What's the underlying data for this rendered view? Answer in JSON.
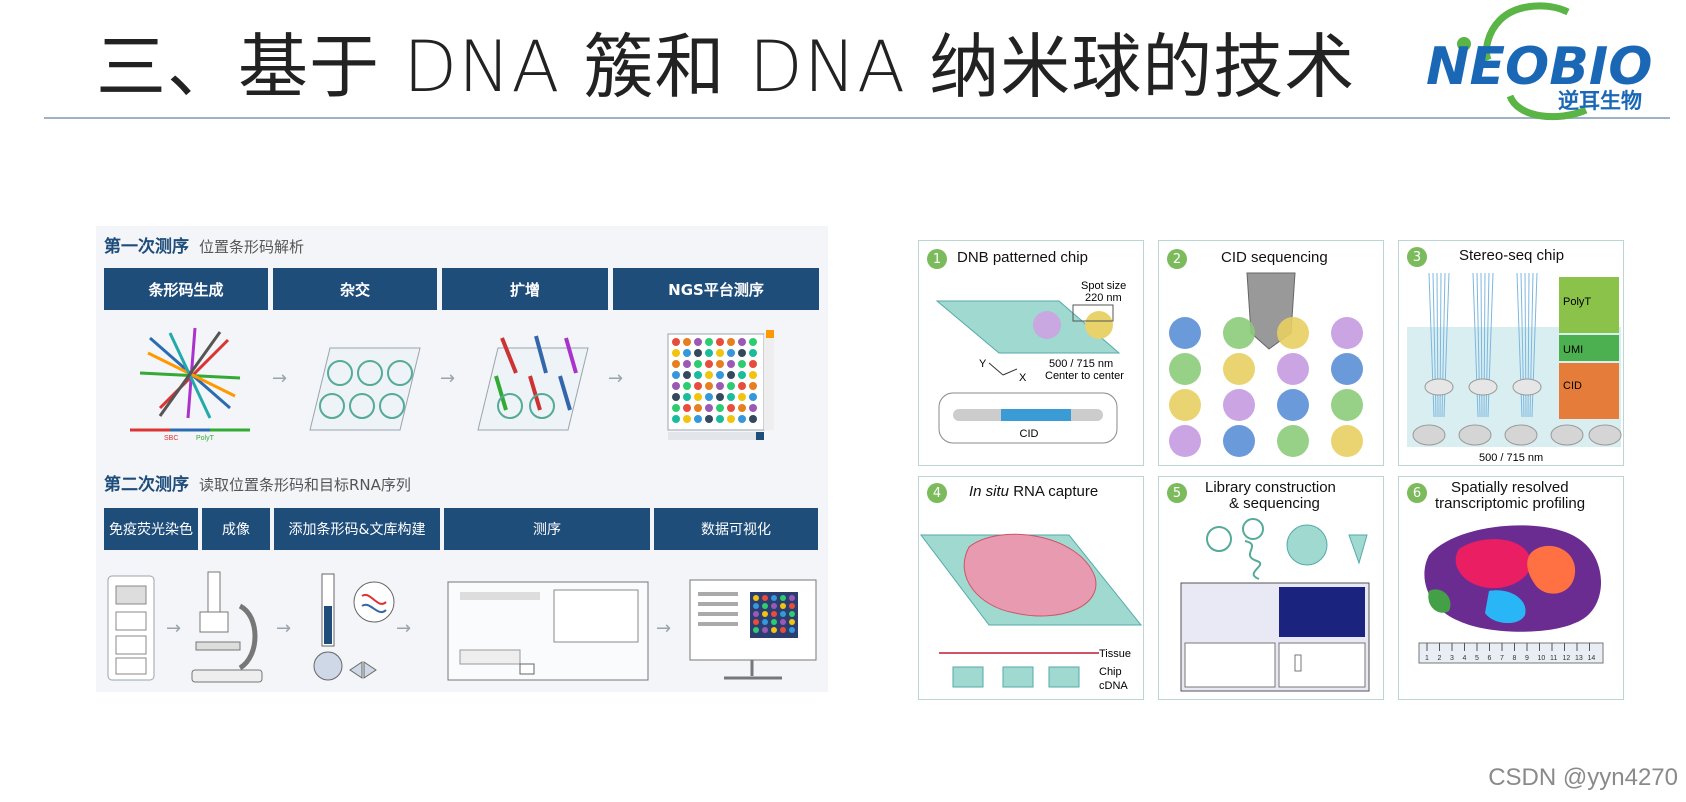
{
  "slide": {
    "title": "三、基于 DNA 簇和 DNA 纳米球的技术",
    "logo_text": "NEOBIO",
    "logo_subtext": "逆耳生物",
    "watermark": "CSDN @yyn4270"
  },
  "left": {
    "section1": {
      "title": "第一次测序",
      "subtitle": "位置条形码解析",
      "steps": [
        "条形码生成",
        "杂交",
        "扩增",
        "NGS平台测序"
      ]
    },
    "section2": {
      "title": "第二次测序",
      "subtitle": "读取位置条形码和目标RNA序列",
      "steps": [
        "免疫荧光染色",
        "成像",
        "添加条形码&文库构建",
        "测序",
        "数据可视化"
      ]
    },
    "barcode_labels": [
      "SBC",
      "PolyT"
    ]
  },
  "right": {
    "cells": [
      {
        "num": "1",
        "label": "DNB patterned chip"
      },
      {
        "num": "2",
        "label": "CID sequencing"
      },
      {
        "num": "3",
        "label": "Stereo-seq chip"
      },
      {
        "num": "4",
        "label_italic": "In situ",
        "label": " RNA capture"
      },
      {
        "num": "5",
        "label": "Library construction",
        "label2": "& sequencing"
      },
      {
        "num": "6",
        "label": "Spatially resolved",
        "label2": "transcriptomic profiling"
      }
    ],
    "annotations": {
      "spot_size": "Spot size",
      "spot_size_value": "220 nm",
      "pitch": "500 / 715 nm",
      "center": "Center to center",
      "cid": "CID",
      "axis_x": "X",
      "axis_y": "Y",
      "polyt": "PolyT",
      "umi": "UMI",
      "cid3": "CID",
      "pitch3": "500 / 715 nm",
      "tissue": "Tissue",
      "chip": "Chip",
      "cdna": "cDNA",
      "ruler": [
        "1",
        "2",
        "3",
        "4",
        "5",
        "6",
        "7",
        "8",
        "9",
        "10",
        "11",
        "12",
        "13",
        "14"
      ]
    }
  },
  "colors": {
    "header_blue": "#1f4d7a",
    "step_green": "#7cbb5c",
    "logo_blue": "#1a68b5",
    "logo_green": "#5ab446"
  }
}
